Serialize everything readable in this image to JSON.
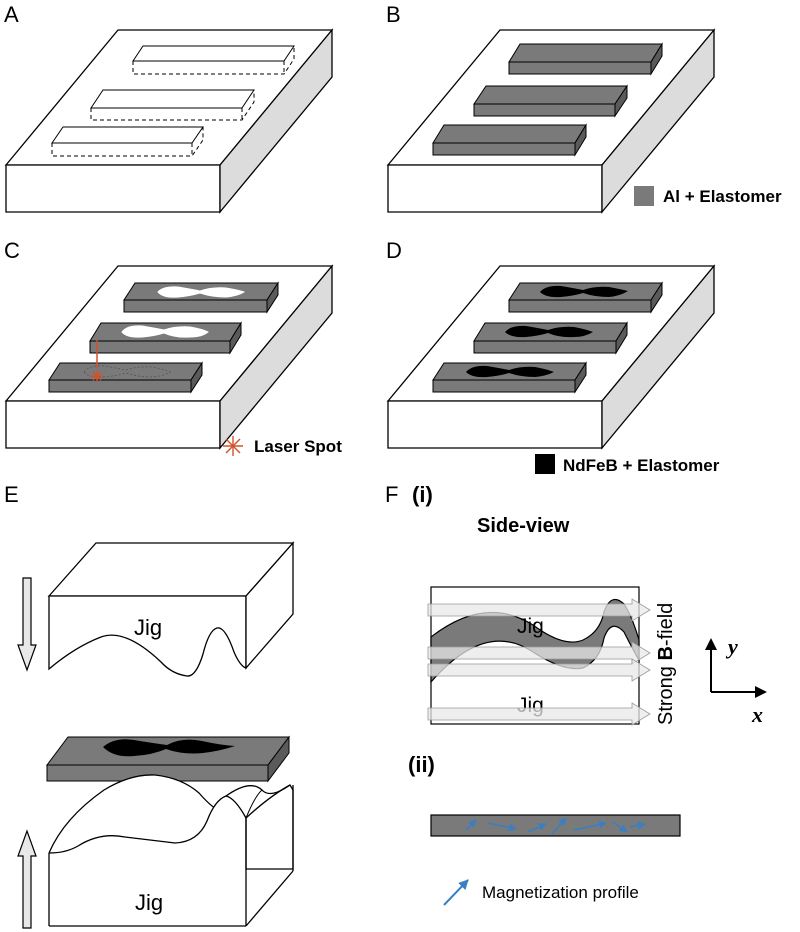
{
  "panels": {
    "a": "A",
    "b": "B",
    "c": "C",
    "d": "D",
    "e": "E",
    "f": "F"
  },
  "legend": {
    "al_elastomer": "Al + Elastomer",
    "laser_spot": "Laser Spot",
    "ndfeb_elastomer": "NdFeB + Elastomer",
    "magnetization_profile": "Magnetization profile"
  },
  "panel_e": {
    "jig_top": "Jig",
    "jig_bottom": "Jig"
  },
  "panel_f": {
    "sub_i": "(i)",
    "sub_ii": "(ii)",
    "side_view": "Side-view",
    "jig_top": "Jig",
    "jig_bottom": "Jig",
    "field_prefix": "Strong ",
    "field_b": "B",
    "field_suffix": "-field",
    "axis_y": "y",
    "axis_x": "x"
  },
  "colors": {
    "gray_fill": "#7a7a7a",
    "dark_gray": "#555555",
    "laser": "#d2522a",
    "magnet_arrow": "#3a7fc1",
    "arrow_fill": "#e8e8e8"
  }
}
